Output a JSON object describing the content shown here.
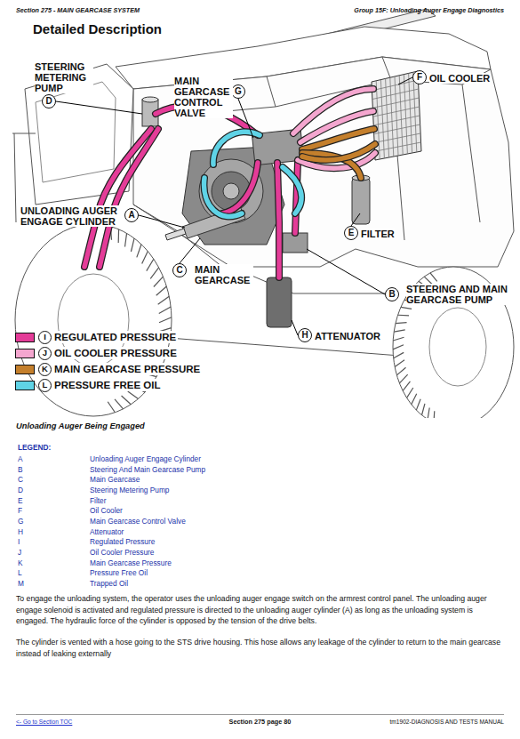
{
  "diagram": {
    "title": "Detailed Description",
    "caption": "Unloading Auger Being Engaged",
    "nodes": [
      {
        "text": [
          "D",
          "STEERING METERING PUMP"
        ]
      },
      {
        "text": [
          "G",
          "MAIN GEARCASE CONTROL VALVE"
        ]
      },
      {
        "text": [
          "F",
          "OIL COOLER"
        ]
      },
      {
        "text": [
          "A",
          "UNLOADING AUGER ENGAGE CYLINDER"
        ]
      },
      {
        "text": [
          "E",
          "FILTER"
        ]
      },
      {
        "text": [
          "C",
          "MAIN GEARCASE"
        ]
      },
      {
        "text": [
          "B",
          "STEERING AND MAIN GEARCASE PUMP"
        ]
      },
      {
        "text": [
          "H",
          "ATTENUATOR"
        ]
      }
    ],
    "labels": [
      "Section 275 - MAIN GEARCASE SYSTEM",
      "Group 15F: Unloading Auger Engage Diagnostics",
      "I",
      "J",
      "K",
      "L",
      "LEGEND:",
      "A",
      "Unloading Auger Engage Cylinder",
      "B",
      "Steering And Main Gearcase Pump",
      "C",
      "Main Gearcase",
      "D",
      "Steering Metering Pump",
      "E",
      "Filter",
      "F",
      "Oil Cooler",
      "G",
      "Main Gearcase Control Valve",
      "H",
      "Attenuator",
      "I",
      "Regulated Pressure",
      "J",
      "Oil Cooler Pressure",
      "K",
      "Main Gearcase Pressure",
      "L",
      "Pressure Free Oil",
      "M",
      "Trapped Oil",
      "To engage the unloading system, the operator uses the unloading auger engage switch on the armrest control panel. The unloading auger engage solenoid is activated and regulated pressure is directed to the unloading auger cylinder (A) as long as the unloading system is engaged. The hydraulic force of the cylinder is opposed by the tension of the drive belts.",
      "The cylinder is vented with a hose going to the STS drive housing. This hose allows any leakage of the cylinder to return to the main gearcase instead of leaking externally",
      "<- Go to Section TOC",
      "Section 275 page 80",
      "tm1902-DIAGNOSIS AND TESTS MANUAL"
    ],
    "legend": [
      {
        "text": "REGULATED PRESSURE",
        "color": "#e43c98"
      },
      {
        "text": "OIL COOLER PRESSURE",
        "color": "#f4a6cf"
      },
      {
        "text": "MAIN GEARCASE PRESSURE",
        "color": "#c47f2c"
      },
      {
        "text": "PRESSURE FREE OIL",
        "color": "#5fd3e6"
      }
    ]
  }
}
